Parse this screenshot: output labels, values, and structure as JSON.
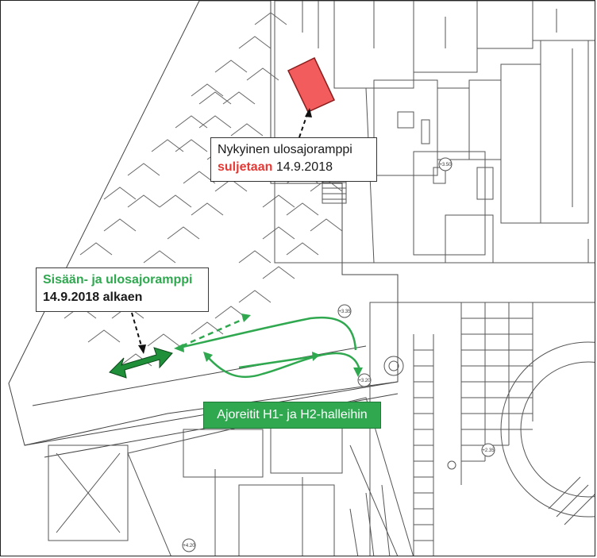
{
  "callouts": {
    "current_ramp": {
      "line1": "Nykyinen ulosajoramppi",
      "closing_word": "suljetaan",
      "date": "14.9.2018"
    },
    "new_ramp": {
      "line1": "Sisään- ja ulosajoramppi",
      "line2": "14.9.2018 alkaen"
    }
  },
  "routes_label": "Ajoreitit H1- ja H2-halleihin",
  "plan_small_labels": {
    "level_a": "+3.50",
    "level_b": "+3.35",
    "level_c": "+3.20",
    "level_d": "+2.35",
    "level_e": "+4.20"
  },
  "colors": {
    "closed_ramp_fill": "#f25c5c",
    "closed_text": "#e53935",
    "route_green": "#2fa84f",
    "new_ramp_green": "#1f8f3a",
    "line_work": "#555555"
  }
}
